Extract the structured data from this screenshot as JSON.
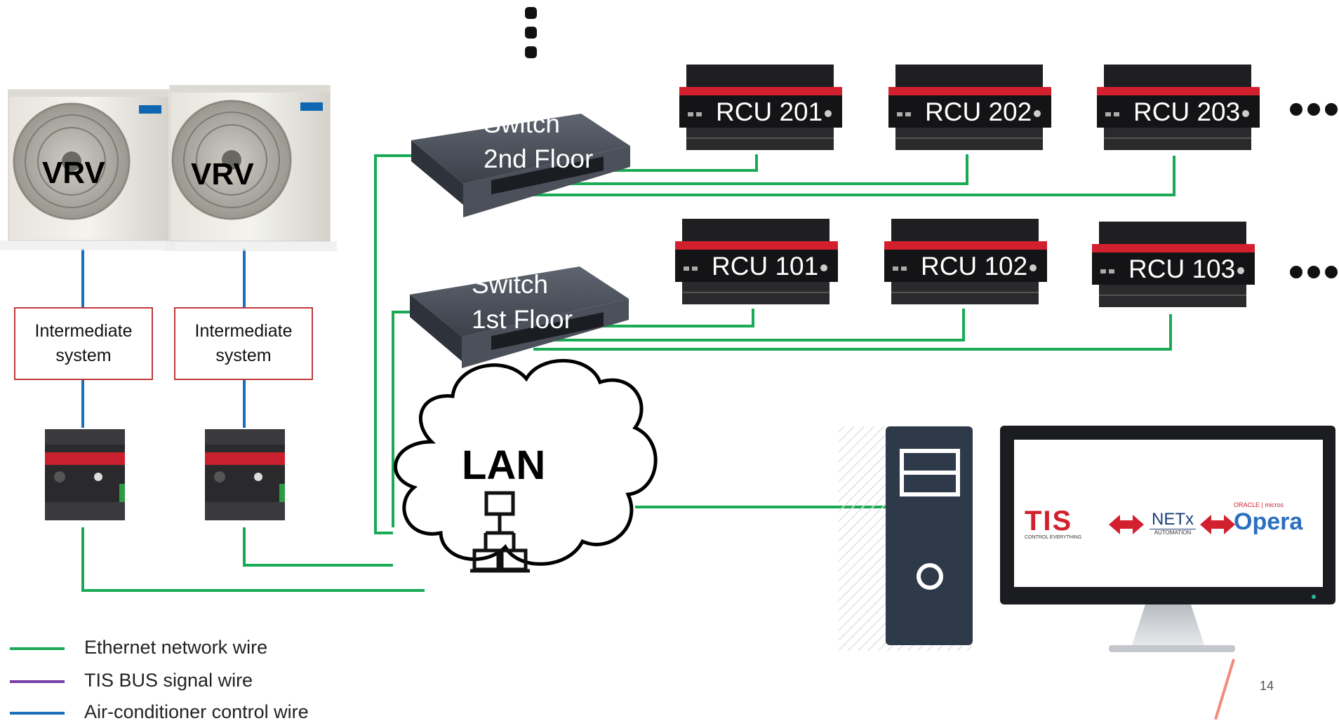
{
  "vrv": [
    {
      "label": "VRV"
    },
    {
      "label": "VRV"
    }
  ],
  "intermediate": [
    {
      "line1": "Intermediate",
      "line2": "system"
    },
    {
      "line1": "Intermediate",
      "line2": "system"
    }
  ],
  "switches": [
    {
      "line1": "Switch",
      "line2": "2nd Floor"
    },
    {
      "line1": "Switch",
      "line2": "1st Floor"
    }
  ],
  "rcus_2nd": [
    "RCU 201",
    "RCU 202",
    "RCU 203"
  ],
  "rcus_1st": [
    "RCU 101",
    "RCU 102",
    "RCU 103"
  ],
  "lan": {
    "label": "LAN"
  },
  "monitor_logos": {
    "tis": "TIS",
    "tis_tag": "CONTROL EVERYTHING",
    "netx": "NETx",
    "netx_tag": "AUTOMATION",
    "oracle": "ORACLE | micros",
    "opera": "Opera"
  },
  "legend": [
    {
      "label": "Ethernet network wire",
      "color": "#1aaa55"
    },
    {
      "label": "TIS BUS signal wire",
      "color": "#7a3fa8"
    },
    {
      "label": "Air-conditioner control wire",
      "color": "#1c6fbd"
    }
  ],
  "page_number": "14",
  "colors": {
    "ethernet": "#1aaa55",
    "bus": "#7a3fa8",
    "ac": "#1c6fbd",
    "box_border": "#c0393b",
    "tis_red": "#d3202f"
  }
}
